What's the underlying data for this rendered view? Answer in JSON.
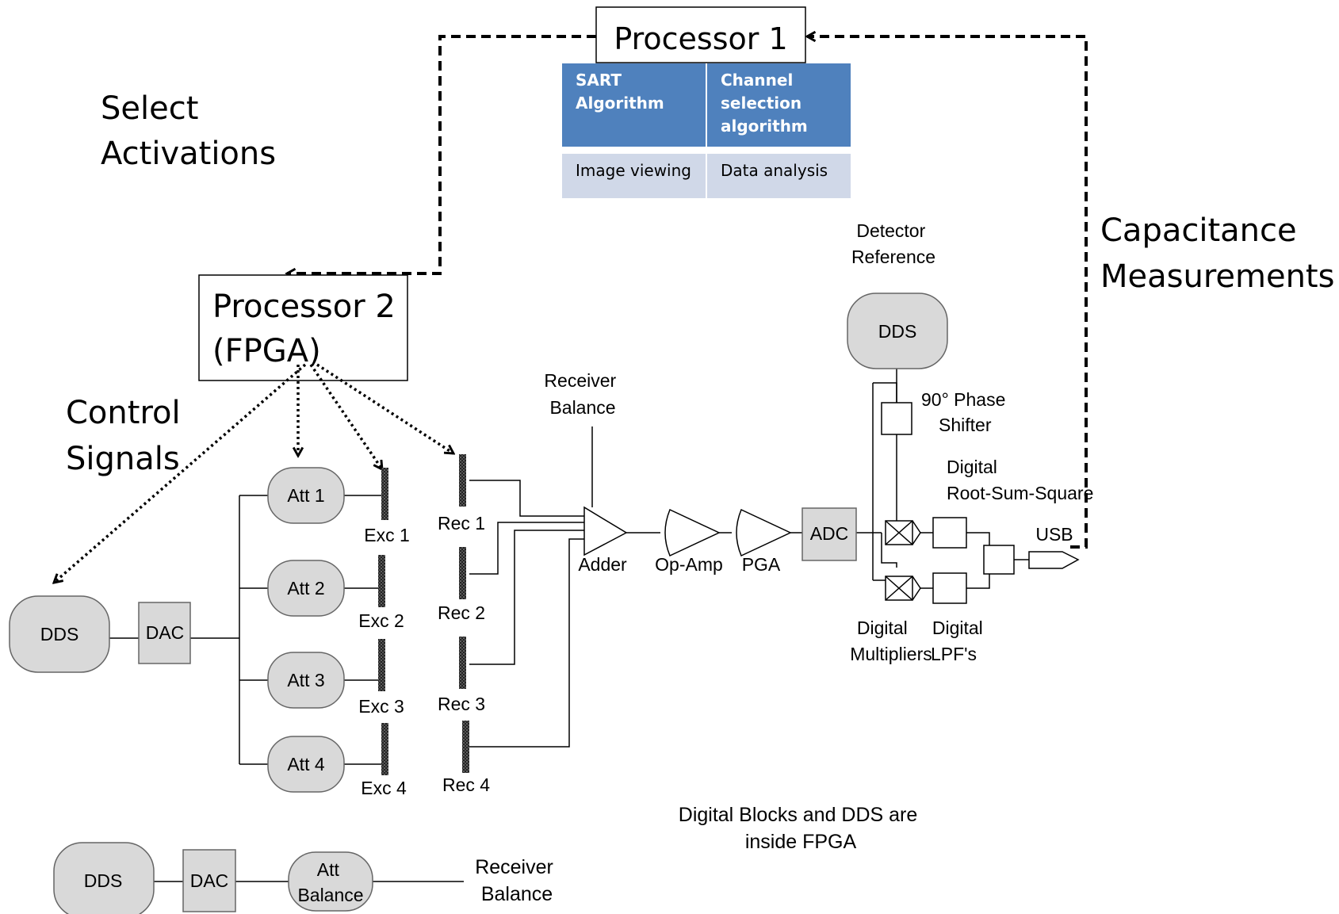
{
  "processor1": {
    "title": "Processor 1",
    "table": {
      "header": [
        "SART\nAlgorithm",
        "Channel\nselection\nalgorithm"
      ],
      "row": [
        "Image viewing",
        "Data analysis"
      ],
      "colors": {
        "header_bg": "#4f81bd",
        "header_text": "#ffffff",
        "row_bg": "#d0d8e8",
        "row_text": "#000000"
      }
    }
  },
  "processor2": {
    "line1": "Processor 2",
    "line2": "(FPGA)"
  },
  "labels": {
    "select_activations": [
      "Select",
      "Activations"
    ],
    "capacitance_measurements": [
      "Capacitance",
      "Measurements"
    ],
    "control_signals": [
      "Control",
      "Signals"
    ],
    "detector_reference": [
      "Detector",
      "Reference"
    ],
    "receiver_balance_top": [
      "Receiver",
      "Balance"
    ],
    "phase_shifter": [
      "90° Phase",
      "Shifter"
    ],
    "digital_rss": [
      "Digital",
      "Root-Sum-Square"
    ],
    "usb": "USB",
    "adder": "Adder",
    "op_amp": "Op-Amp",
    "pga": "PGA",
    "adc": "ADC",
    "digital_multipliers": [
      "Digital",
      "Multipliers"
    ],
    "digital_lpfs": [
      "Digital",
      "LPF's"
    ],
    "note": [
      "Digital Blocks and DDS are",
      "inside FPGA"
    ],
    "receiver_balance_bottom": [
      "Receiver",
      "Balance"
    ]
  },
  "blocks": {
    "dds": "DDS",
    "dac": "DAC",
    "attenuators": [
      "Att 1",
      "Att 2",
      "Att 3",
      "Att 4"
    ],
    "exciters": [
      "Exc 1",
      "Exc 2",
      "Exc 3",
      "Exc 4"
    ],
    "receivers": [
      "Rec 1",
      "Rec 2",
      "Rec 3",
      "Rec 4"
    ],
    "att_balance": [
      "Att",
      "Balance"
    ]
  },
  "colors": {
    "block_fill": "#d9d9d9",
    "block_stroke": "#666666",
    "line": "#000000"
  }
}
